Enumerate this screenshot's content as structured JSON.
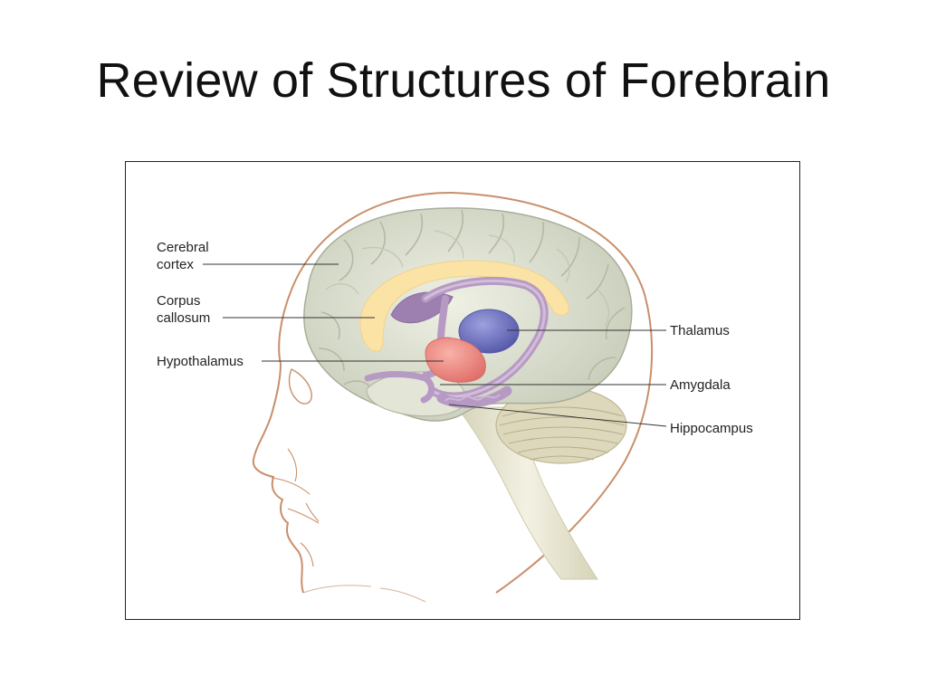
{
  "slide": {
    "title": "Review of Structures of Forebrain"
  },
  "labels": {
    "cerebral_cortex_line1": "Cerebral",
    "cerebral_cortex_line2": "cortex",
    "corpus_callosum_line1": "Corpus",
    "corpus_callosum_line2": "callosum",
    "hypothalamus": "Hypothalamus",
    "thalamus": "Thalamus",
    "amygdala": "Amygdala",
    "hippocampus": "Hippocampus"
  },
  "colors": {
    "head_outline": "#c98f6a",
    "cortex": "#dfe3d2",
    "corpus_callosum": "#fbe3a6",
    "limbic": "#b79ac4",
    "thalamus": "#7275c0",
    "hypothalamus": "#ee8c84",
    "cerebellum": "#ddd8bc",
    "brainstem": "#e6e3cc"
  }
}
